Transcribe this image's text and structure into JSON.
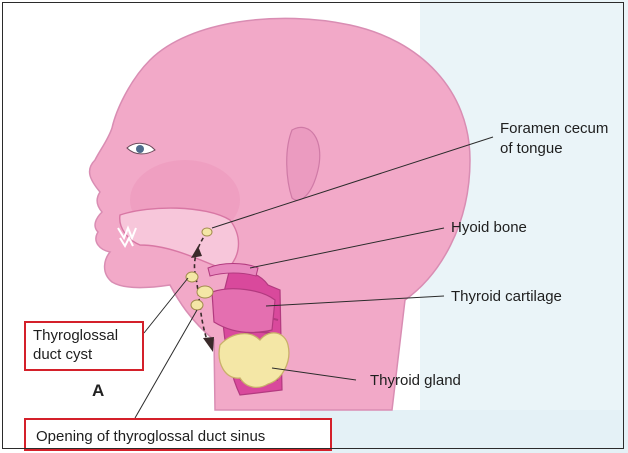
{
  "figure": {
    "panel_letter": "A",
    "labels": {
      "foramen_cecum_line1": "Foramen cecum",
      "foramen_cecum_line2": "of tongue",
      "hyoid_bone": "Hyoid bone",
      "thyroid_cartilage": "Thyroid cartilage",
      "thyroid_gland": "Thyroid gland",
      "cyst_line1": "Thyroglossal",
      "cyst_line2": "duct cyst",
      "sinus_opening": "Opening of thyroglossal duct sinus"
    },
    "colors": {
      "skin": "#f2a9c8",
      "skin_shadow": "#e487b1",
      "pharynx_wall": "#d9499c",
      "gland": "#f4e7a6",
      "highlight_box": "#d4202a",
      "background_tint": "#e6f3f8"
    }
  }
}
